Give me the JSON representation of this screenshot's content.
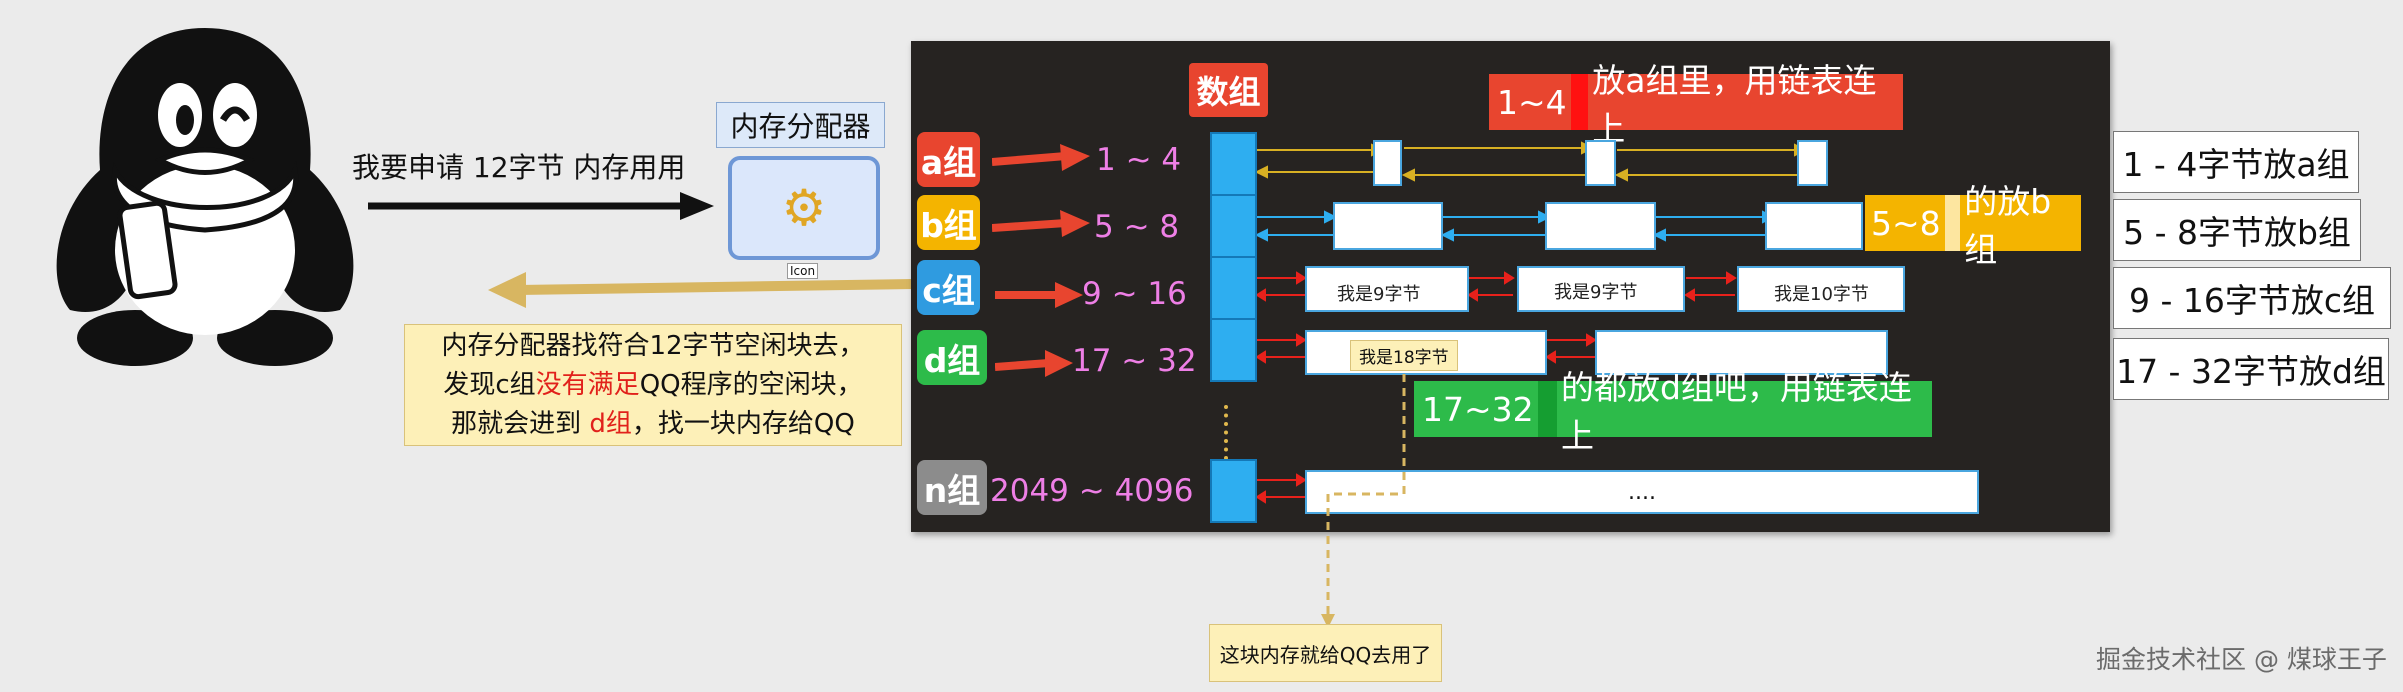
{
  "request_text": "我要申请 12字节 内存用用",
  "allocator": {
    "title": "内存分配器",
    "icon_caption": "Icon"
  },
  "array_title": "数组",
  "top_note": {
    "part1": "1~4",
    "part2": "放a组里，用链表连上"
  },
  "b_note": {
    "part1": "5~8",
    "part2": "的放b组"
  },
  "d_note": {
    "part1": "17~32",
    "part2": "的都放d组吧，用链表连上"
  },
  "groups": [
    {
      "name": "a组",
      "range": "1 ~ 4",
      "color": "#e8452f"
    },
    {
      "name": "b组",
      "range": "5 ~ 8",
      "color": "#f4b400"
    },
    {
      "name": "c组",
      "range": "9 ~ 16",
      "color": "#2f9be0"
    },
    {
      "name": "d组",
      "range": "17 ~ 32",
      "color": "#2dbb4a"
    },
    {
      "name": "n组",
      "range": "2049 ~ 4096",
      "color": "#8c8c8c"
    }
  ],
  "c_blocks": [
    "我是9字节",
    "我是9字节",
    "我是10字节"
  ],
  "d_block_label": "我是18字节",
  "n_block_text": "....",
  "explain": {
    "line1": "内存分配器找符合12字节空闲块去，",
    "line2_a": "发现c组",
    "line2_red": "没有满足",
    "line2_b": "QQ程序的空闲块，",
    "line3_a": "那就会进到 ",
    "line3_red": "d组",
    "line3_b": "，找一块内存给QQ"
  },
  "bottom_note": "这块内存就给QQ去用了",
  "right_tags": [
    "1 - 4字节放a组",
    "5 - 8字节放b组",
    "9 - 16字节放c组",
    "17 - 32字节放d组"
  ],
  "watermark": "掘金技术社区 @ 煤球王子",
  "colors": {
    "panel": "#262321",
    "arrow_red": "#e8452f",
    "cyan": "#2eaef0"
  }
}
